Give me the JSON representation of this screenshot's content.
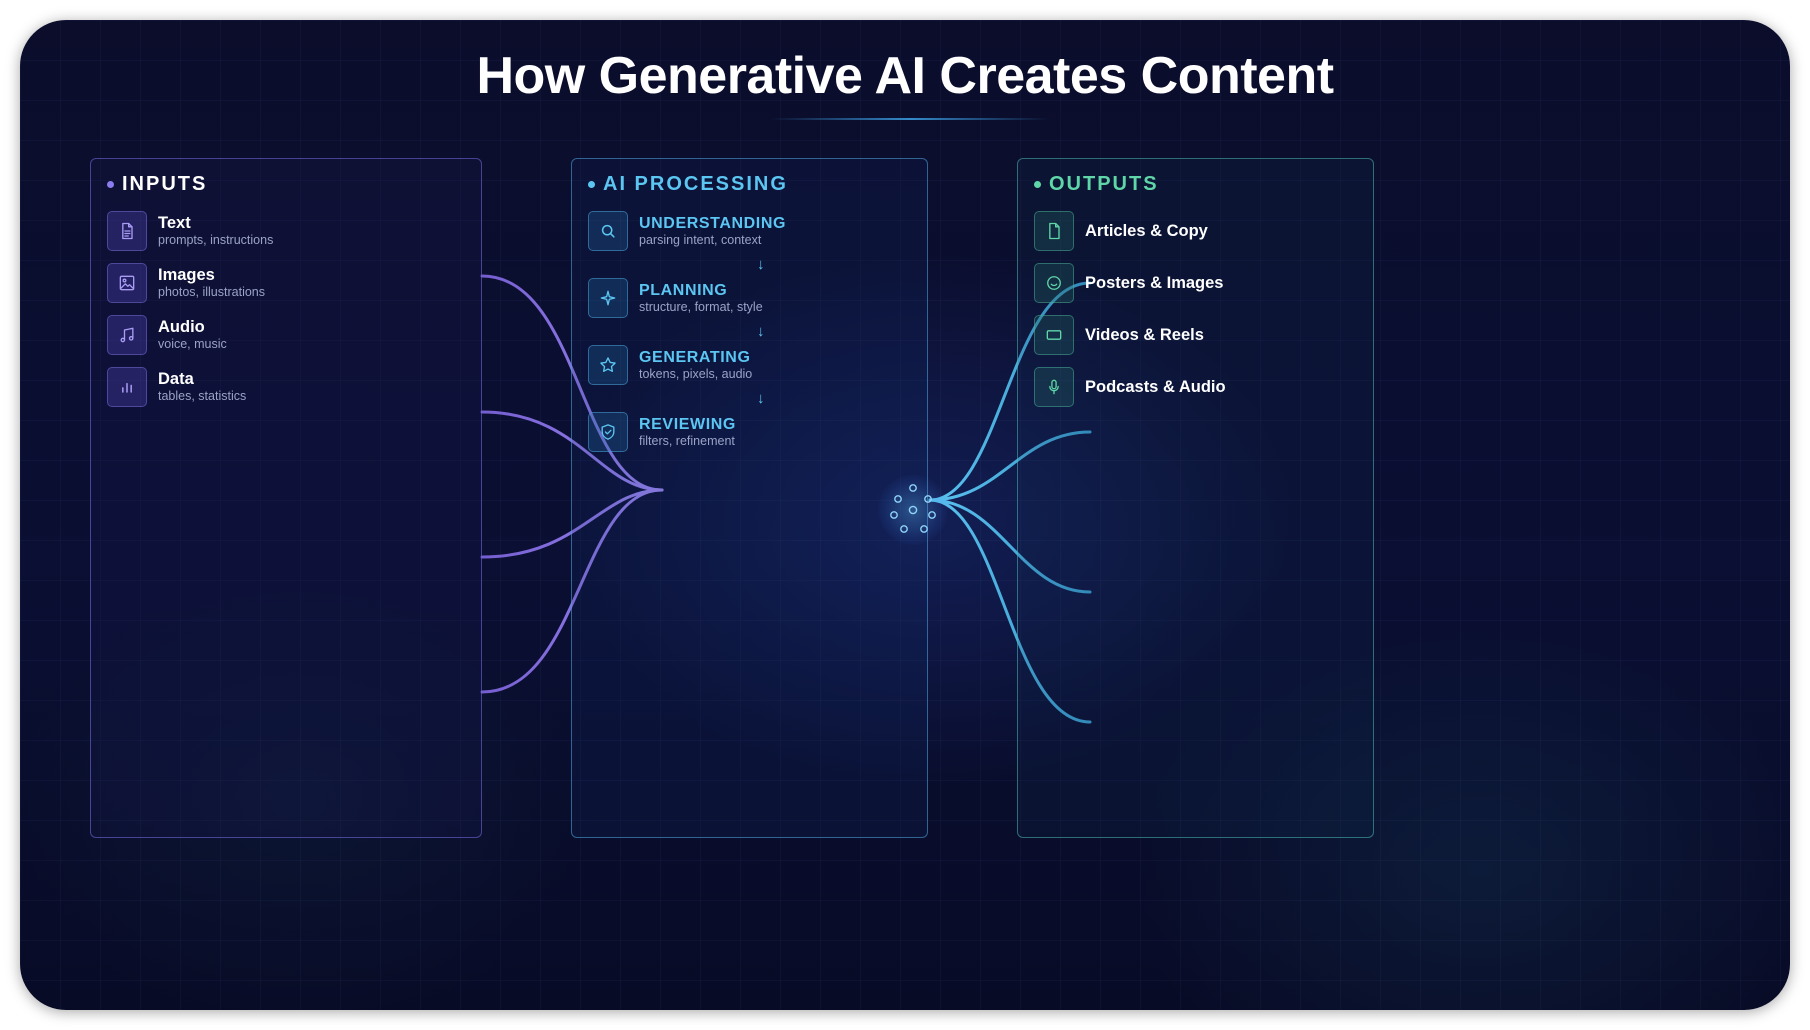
{
  "title": "How Generative AI Creates Content",
  "inputs": {
    "header": "INPUTS",
    "items": [
      {
        "label": "Text",
        "sub": "prompts, instructions",
        "icon": "document-icon"
      },
      {
        "label": "Images",
        "sub": "photos, illustrations",
        "icon": "image-icon"
      },
      {
        "label": "Audio",
        "sub": "voice, music",
        "icon": "music-note-icon"
      },
      {
        "label": "Data",
        "sub": "tables, statistics",
        "icon": "bar-chart-icon"
      }
    ]
  },
  "processing": {
    "header": "AI PROCESSING",
    "steps": [
      {
        "label": "UNDERSTANDING",
        "sub": "parsing intent, context",
        "icon": "search-icon"
      },
      {
        "label": "PLANNING",
        "sub": "structure, format, style",
        "icon": "sparkle-icon"
      },
      {
        "label": "GENERATING",
        "sub": "tokens, pixels, audio",
        "icon": "star-icon"
      },
      {
        "label": "REVIEWING",
        "sub": "filters, refinement",
        "icon": "shield-check-icon"
      }
    ],
    "arrow": "↓"
  },
  "outputs": {
    "header": "OUTPUTS",
    "items": [
      {
        "label": "Articles & Copy",
        "icon": "file-icon"
      },
      {
        "label": "Posters & Images",
        "icon": "smiley-icon"
      },
      {
        "label": "Videos & Reels",
        "icon": "screen-icon"
      },
      {
        "label": "Podcasts & Audio",
        "icon": "microphone-icon"
      }
    ]
  },
  "colors": {
    "input_accent": "#8b7cf0",
    "processing_accent": "#5cc6f2",
    "output_accent": "#5fd6a8",
    "input_flow": "#7b62d8",
    "output_flow": "#3fa8d8"
  }
}
